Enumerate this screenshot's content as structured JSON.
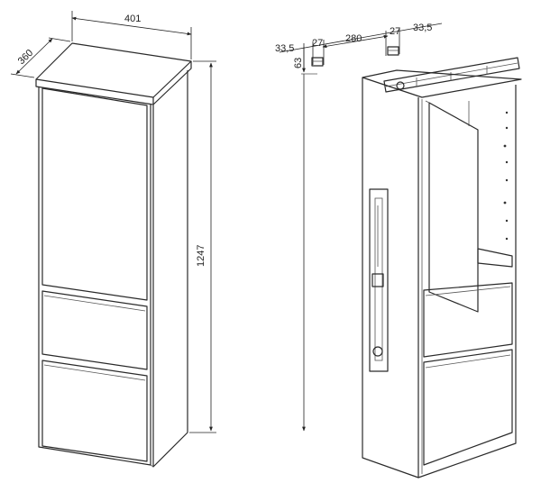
{
  "left_view": {
    "width_label": "401",
    "depth_label": "360",
    "height_label": "1247"
  },
  "right_view": {
    "edge_left_label": "33,5",
    "bracket_left_label": "27",
    "spacing_label": "280",
    "bracket_right_label": "27",
    "edge_right_label": "33,5",
    "offset_label": "63"
  }
}
